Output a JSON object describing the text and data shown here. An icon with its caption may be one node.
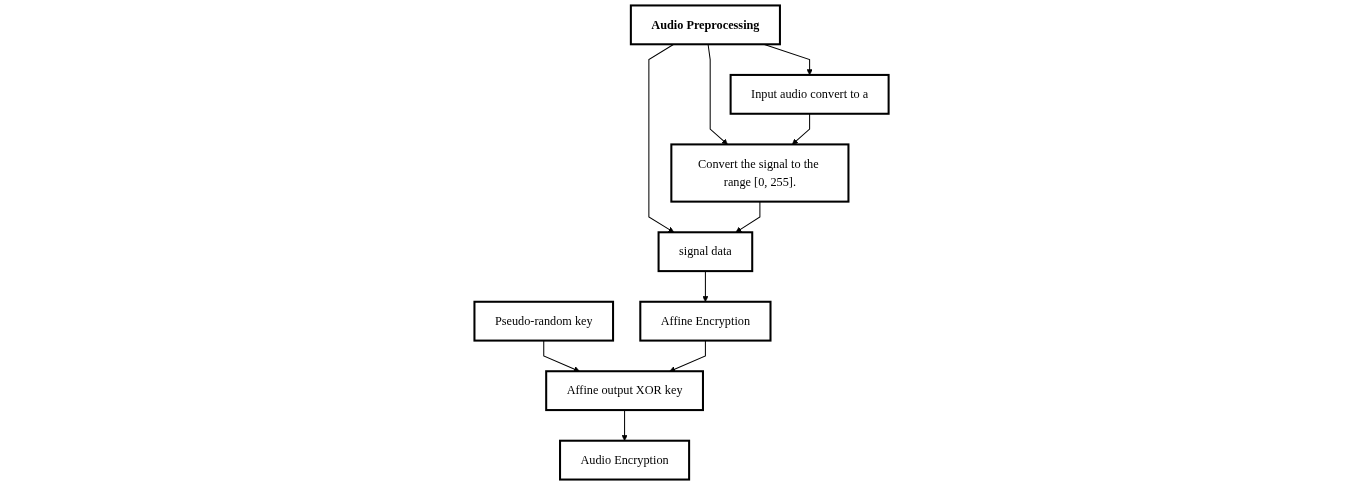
{
  "diagram": {
    "nodes": [
      {
        "text": [
          "Audio Preprocessing"
        ]
      },
      {
        "text": [
          "Input audio convert to a"
        ]
      },
      {
        "text": [
          "Convert the signal to the range [0, 255]."
        ]
      },
      {
        "text": [
          "signal data"
        ]
      },
      {
        "text": [
          "Pseudo-random key"
        ]
      },
      {
        "text": [
          "Affine Encryption"
        ]
      },
      {
        "text": [
          "Affine output XOR key"
        ]
      },
      {
        "text": [
          "Audio Encryption"
        ]
      }
    ],
    "edges": [
      {
        "from": 0,
        "to": 1,
        "arrow": "to"
      },
      {
        "from": 0,
        "to": 2,
        "arrow": "to"
      },
      {
        "from": 0,
        "to": 3,
        "arrow": "to"
      },
      {
        "from": 1,
        "to": 2,
        "arrow": "to"
      },
      {
        "from": 2,
        "to": 3,
        "arrow": "to"
      },
      {
        "from": 3,
        "to": 5,
        "arrow": "to"
      },
      {
        "from": 4,
        "to": 6,
        "arrow": "to"
      },
      {
        "from": 5,
        "to": 6,
        "arrow": "to"
      },
      {
        "from": 6,
        "to": 7,
        "arrow": "to"
      }
    ]
  }
}
